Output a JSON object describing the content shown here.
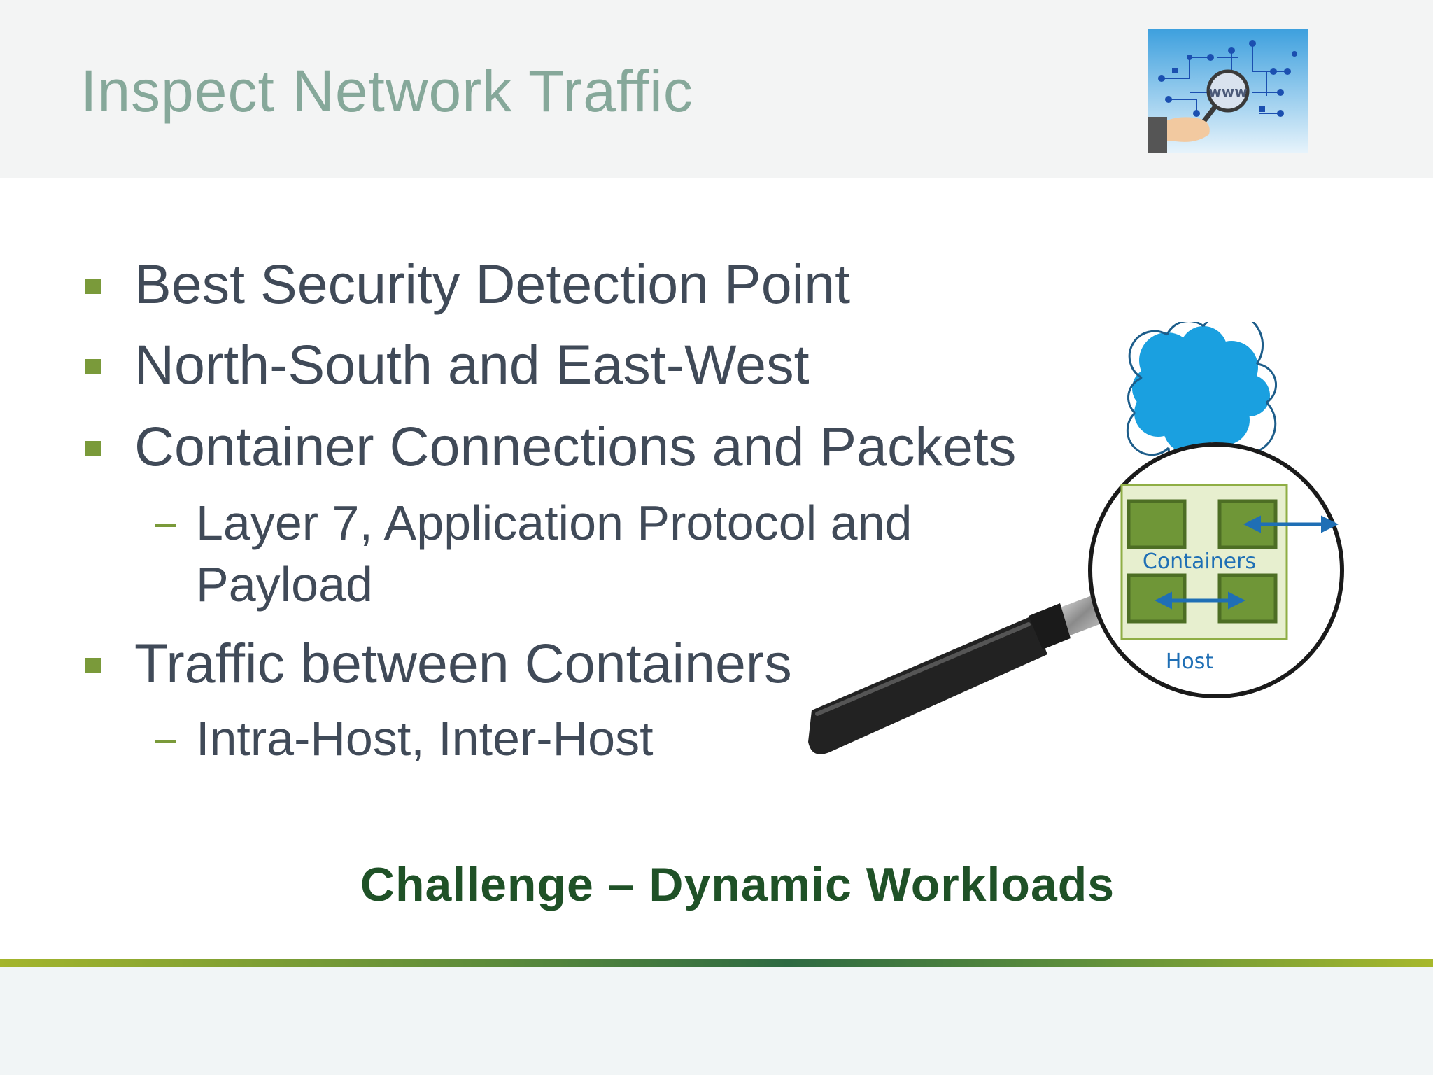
{
  "slide": {
    "title": "Inspect Network Traffic",
    "bullets": [
      {
        "text": "Best Security Detection Point"
      },
      {
        "text": "North-South and East-West"
      },
      {
        "text": "Container Connections and Packets"
      },
      {
        "text": "Layer 7, Application Protocol and"
      },
      {
        "text": "Payload"
      },
      {
        "text": "Traffic between Containers"
      },
      {
        "text": "Intra-Host, Inter-Host"
      }
    ],
    "challenge": "Challenge – Dynamic Workloads"
  },
  "corner_image": {
    "badge": "www",
    "icon": "magnifier-web-icon"
  },
  "illustration": {
    "containers_label": "Containers",
    "host_label": "Host",
    "icons": [
      "cloud-icon",
      "magnifying-glass-icon"
    ]
  },
  "colors": {
    "title": "#86a89a",
    "body_text": "#404a58",
    "bullet": "#7a9a3a",
    "challenge": "#1f5127",
    "diagram_blue": "#1f6fb5",
    "container_green": "#6f9637"
  }
}
